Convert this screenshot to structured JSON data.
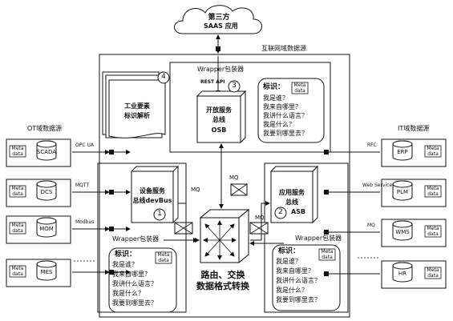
{
  "cloud": {
    "line1": "第三方",
    "line2": "SAAS 应用"
  },
  "internet_domain": "互联网域数据源",
  "ot_domain": "OT域数据源",
  "it_domain": "IT域数据源",
  "meta_box": {
    "line1": "Meta",
    "line2": "data"
  },
  "ot_sources": [
    {
      "name": "SCADA",
      "protocol": "OPC UA"
    },
    {
      "name": "DCS",
      "protocol": "MQTT"
    },
    {
      "name": "MOM",
      "protocol": "Modbus"
    },
    {
      "name": "MES",
      "protocol": ""
    }
  ],
  "it_sources": [
    {
      "name": "ERP",
      "protocol": "RFC"
    },
    {
      "name": "PLM",
      "protocol": "Web Service"
    },
    {
      "name": "WMS",
      "protocol": "MQ"
    },
    {
      "name": "HR",
      "protocol": ""
    }
  ],
  "feature_parse": {
    "number": "4",
    "line1": "工业要素",
    "line2": "标识解析"
  },
  "osb": {
    "wrapper": "Wrapper包装器",
    "api": "REST API",
    "number": "3",
    "line1": "开放服务",
    "line2": "总线",
    "line3": "OSB"
  },
  "devbus": {
    "wrapper": "Wrapper包装器",
    "number": "1",
    "line1": "设备服务",
    "line2": "总线devBus"
  },
  "asb": {
    "wrapper": "Wrapper包装器",
    "number": "2",
    "line1": "应用服务",
    "line2": "总线",
    "line3": "ASB"
  },
  "identity_questions": {
    "title": "标识：",
    "lines": [
      "我是谁？",
      "我来自哪里？",
      "我讲什么语言？",
      "我是什么？",
      "我要到哪里去？"
    ]
  },
  "mq_label": "MQ",
  "router": {
    "line1": "路由、交换",
    "line2": "数据格式转换"
  }
}
